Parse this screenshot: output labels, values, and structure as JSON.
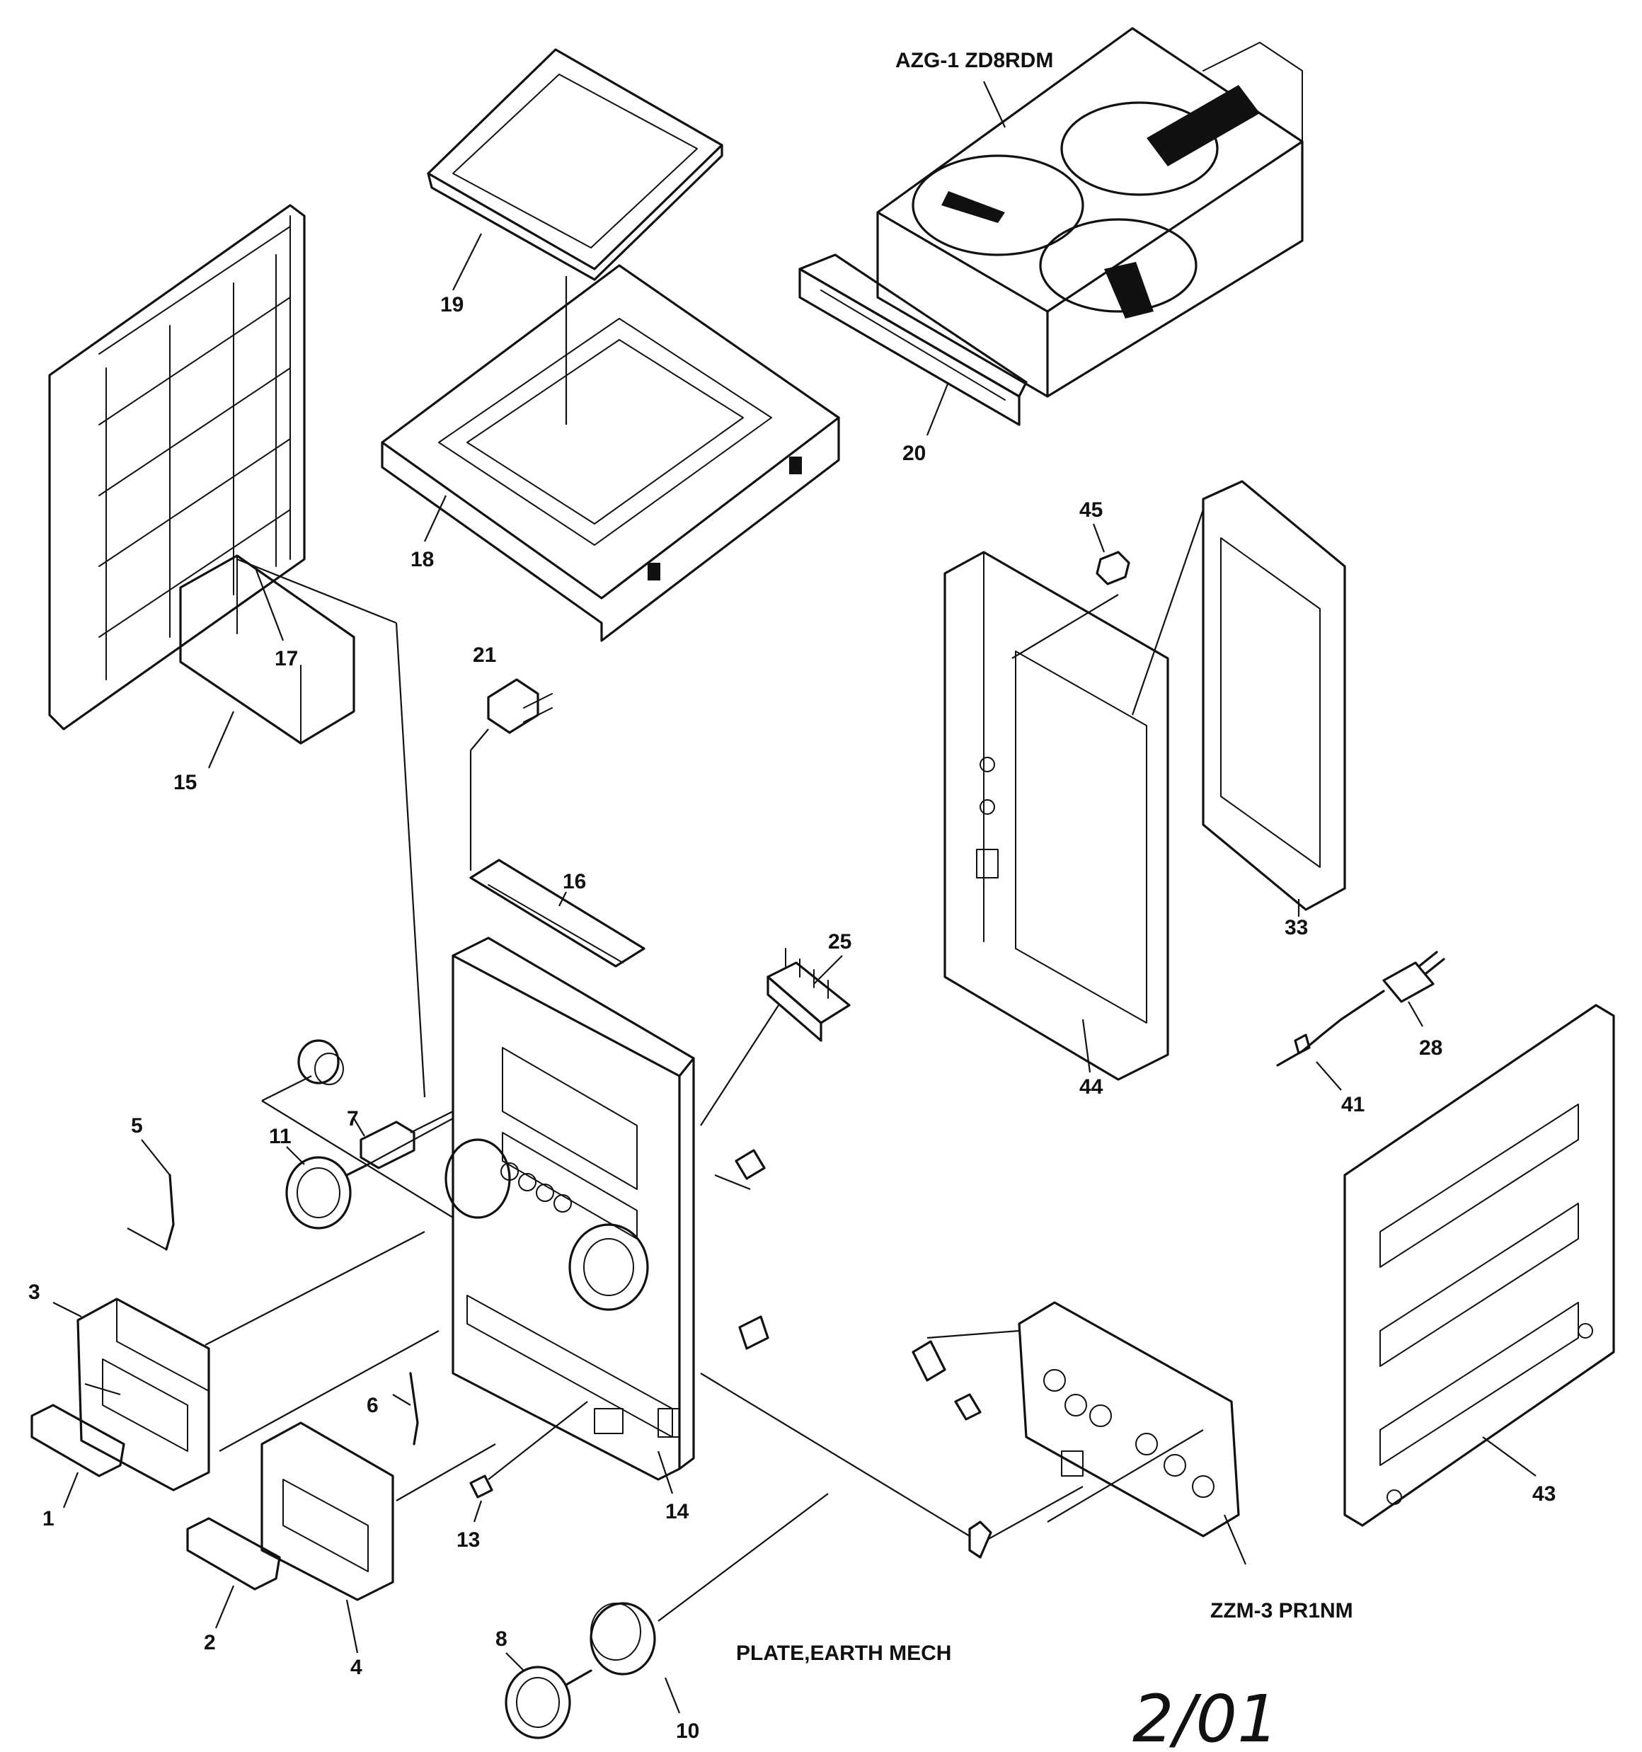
{
  "diagram": {
    "module_labels": {
      "changer_mechanism": "AZG-1 ZD8RDM",
      "earth_plate": "PLATE,EARTH MECH",
      "board_assembly": "ZZM-3 PR1NM"
    },
    "page_number": "2/01",
    "callouts": {
      "c1": "1",
      "c2": "2",
      "c3": "3",
      "c4": "4",
      "c5": "5",
      "c6": "6",
      "c7": "7",
      "c8": "8",
      "c10": "10",
      "c11": "11",
      "c13": "13",
      "c14": "14",
      "c15": "15",
      "c16": "16",
      "c17": "17",
      "c18": "18",
      "c19": "19",
      "c20": "20",
      "c21": "21",
      "c25": "25",
      "c28": "28",
      "c33": "33",
      "c41": "41",
      "c43": "43",
      "c44": "44",
      "c45": "45"
    }
  }
}
